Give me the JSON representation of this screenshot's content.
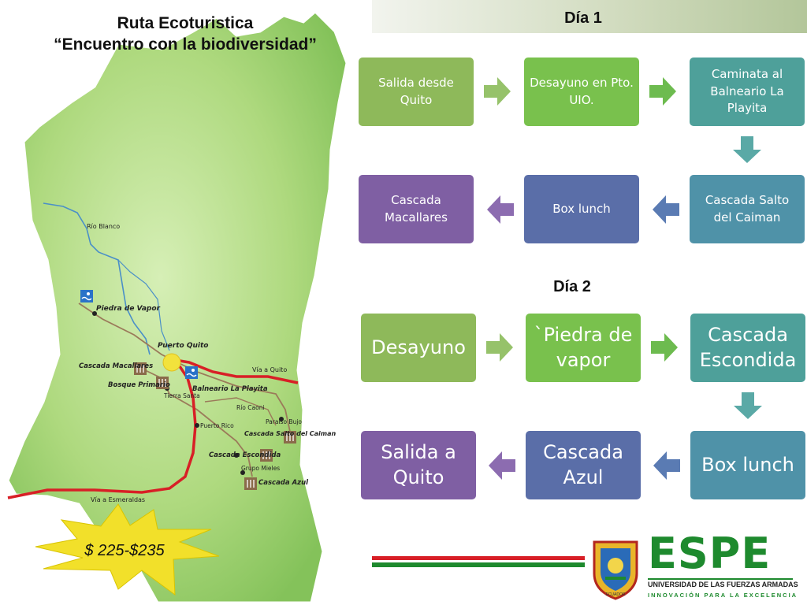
{
  "title": {
    "line1": "Ruta Ecoturistica",
    "line2": "“Encuentro con la biodiversidad”"
  },
  "day1": {
    "label": "Día 1",
    "steps": [
      "Salida desde Quito",
      "Desayuno en Pto. UIO.",
      "Caminata al Balneario La Playita",
      "Cascada Salto del Caiman",
      "Box lunch",
      "Cascada Macallares"
    ]
  },
  "day2": {
    "label": "Día 2",
    "steps": [
      "Desayuno",
      "`Piedra de vapor",
      "Cascada Escondida",
      "Box lunch",
      "Cascada Azul",
      "Salida a Quito"
    ]
  },
  "price": "$ 225-$235",
  "map": {
    "labels": {
      "rio_blanco": "Río Blanco",
      "piedra_de_vapor": "Piedra de Vapor",
      "puerto_quito": "Puerto Quito",
      "via_a_quito": "Vía a Quito",
      "cascada_macallares": "Cascada Macallares",
      "bosque_primario": "Bosque Primario",
      "tierra_santa": "Tierra Santa",
      "balneario_la_playita": "Balneario La Playita",
      "rio_caoni": "Río Caoni",
      "paraiso_bujo": "Paraíso Bujo",
      "puerto_rico": "Puerto Rico",
      "cascada_salto_del_caiman": "Cascada Salto del Caiman",
      "cascada_escondida": "Cascada Escondida",
      "grupo_mieles": "Grupo Mieles",
      "cascada_azul": "Cascada Azul",
      "via_a_esmeraldas": "Vía a Esmeraldas"
    }
  },
  "logo": {
    "name": "ESPE",
    "subtitle": "UNIVERSIDAD DE LAS FUERZAS ARMADAS",
    "tagline": "INNOVACIÓN PARA LA EXCELENCIA",
    "seal_text": "ECUADOR"
  },
  "colors": {
    "green": "#8eb95a",
    "lime": "#79c14d",
    "teal": "#4ea09a",
    "blue": "#5a6ea8",
    "purple": "#7f5fa3",
    "map_green": "#a9d67a",
    "route_red": "#d81f26",
    "river_blue": "#4a8fc8",
    "logo_green": "#1e8a2e"
  }
}
